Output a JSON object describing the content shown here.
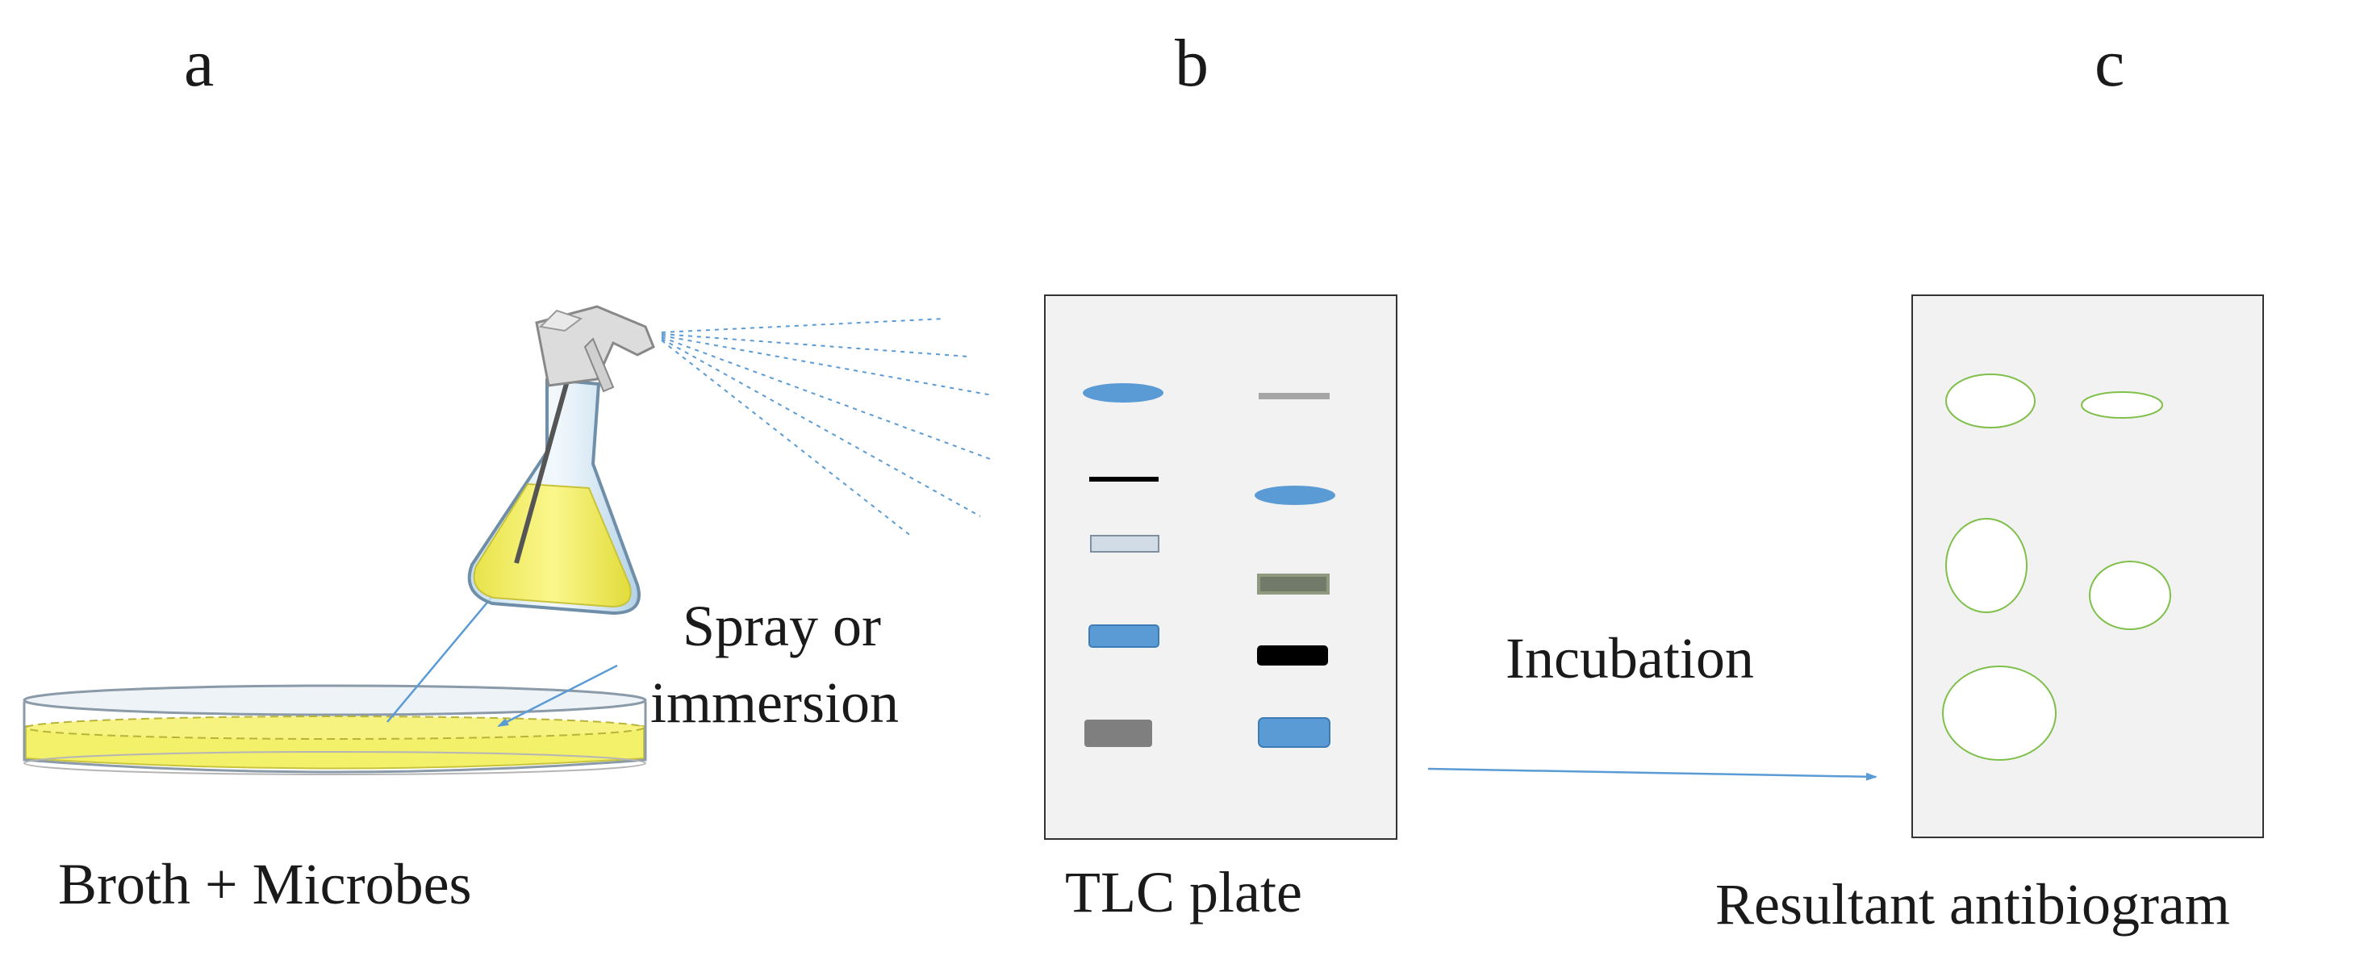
{
  "panels": {
    "a": {
      "letter": "a",
      "caption": "Broth + Microbes"
    },
    "b": {
      "letter": "b",
      "caption": "TLC plate"
    },
    "c": {
      "letter": "c",
      "caption": "Resultant antibiogram"
    }
  },
  "steps": {
    "spray_line1": "Spray or",
    "spray_line2": "immersion",
    "incubation": "Incubation"
  },
  "colors": {
    "broth": "#f3f06a",
    "spot_blue": "#5b9bd5",
    "spot_gray": "#7f7f7f",
    "spot_black": "#000000",
    "plate_bg": "#f2f2f2",
    "arrow": "#5b9bd5",
    "zone_outline": "#7fbf4a"
  },
  "icons": {
    "spray_bottle": "spray-bottle-icon",
    "petri_dish": "petri-dish-icon"
  }
}
